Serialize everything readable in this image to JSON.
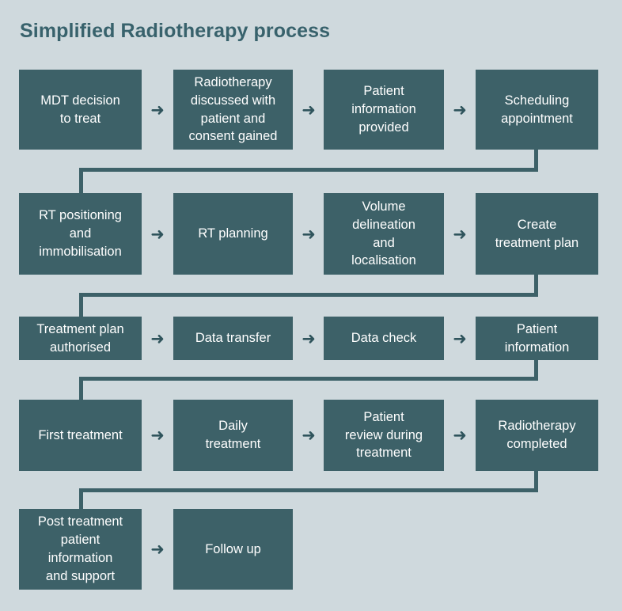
{
  "page": {
    "title": "Simplified Radiotherapy process",
    "background_color": "#cfd9dd",
    "node_color": "#3d6168",
    "node_text_color": "#ffffff",
    "title_color": "#38626c",
    "connector_color": "#3d6168",
    "arrow_color": "#2f545c",
    "arrow_glyph": "➜"
  },
  "chart_data": {
    "type": "flowchart",
    "title": "Simplified Radiotherapy process",
    "orientation": "serpentine-left-to-right",
    "node_count": 18,
    "rows": [
      {
        "row": 1,
        "nodes": [
          "MDT decision to treat",
          "Radiotherapy discussed with patient and consent gained",
          "Patient information provided",
          "Scheduling appointment"
        ]
      },
      {
        "row": 2,
        "nodes": [
          "RT positioning and immobilisation",
          "RT planning",
          "Volume delineation and localisation",
          "Create treatment plan"
        ]
      },
      {
        "row": 3,
        "nodes": [
          "Treatment plan authorised",
          "Data transfer",
          "Data check",
          "Patient information"
        ]
      },
      {
        "row": 4,
        "nodes": [
          "First treatment",
          "Daily treatment",
          "Patient review during treatment",
          "Radiotherapy completed"
        ]
      },
      {
        "row": 5,
        "nodes": [
          "Post treatment patient information and support",
          "Follow up"
        ]
      }
    ]
  },
  "nodes": {
    "r1c1": {
      "label": "MDT decision\nto treat"
    },
    "r1c2": {
      "label": "Radiotherapy\ndiscussed with\npatient and\nconsent gained"
    },
    "r1c3": {
      "label": "Patient\ninformation\nprovided"
    },
    "r1c4": {
      "label": "Scheduling\nappointment"
    },
    "r2c1": {
      "label": "RT positioning\nand\nimmobilisation"
    },
    "r2c2": {
      "label": "RT planning"
    },
    "r2c3": {
      "label": "Volume\ndelineation\nand\nlocalisation"
    },
    "r2c4": {
      "label": "Create\ntreatment plan"
    },
    "r3c1": {
      "label": "Treatment plan\nauthorised"
    },
    "r3c2": {
      "label": "Data transfer"
    },
    "r3c3": {
      "label": "Data check"
    },
    "r3c4": {
      "label": "Patient\ninformation"
    },
    "r4c1": {
      "label": "First treatment"
    },
    "r4c2": {
      "label": "Daily\ntreatment"
    },
    "r4c3": {
      "label": "Patient\nreview during\ntreatment"
    },
    "r4c4": {
      "label": "Radiotherapy\ncompleted"
    },
    "r5c1": {
      "label": "Post treatment\npatient\ninformation\nand support"
    },
    "r5c2": {
      "label": "Follow up"
    }
  },
  "arrows": {
    "a1": {
      "glyph": "➜"
    },
    "a2": {
      "glyph": "➜"
    },
    "a3": {
      "glyph": "➜"
    },
    "a4": {
      "glyph": "➜"
    },
    "a5": {
      "glyph": "➜"
    },
    "a6": {
      "glyph": "➜"
    },
    "a7": {
      "glyph": "➜"
    },
    "a8": {
      "glyph": "➜"
    },
    "a9": {
      "glyph": "➜"
    },
    "a10": {
      "glyph": "➜"
    },
    "a11": {
      "glyph": "➜"
    },
    "a12": {
      "glyph": "➜"
    },
    "a13": {
      "glyph": "➜"
    },
    "a14": {
      "glyph": "➜"
    }
  }
}
